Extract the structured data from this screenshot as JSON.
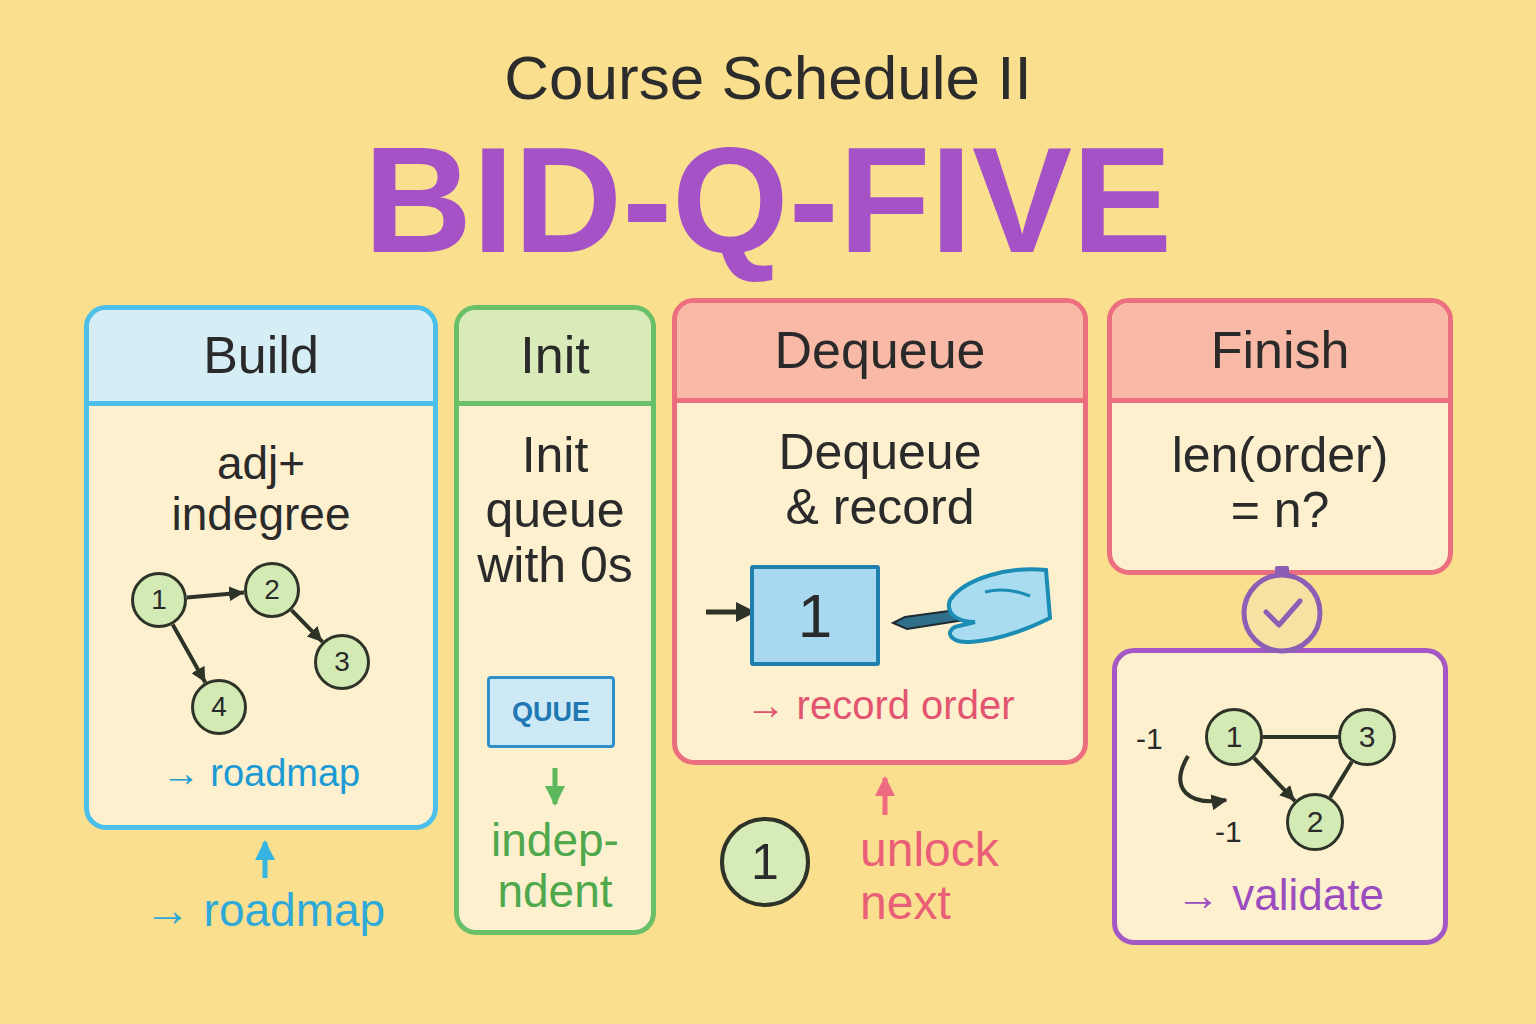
{
  "diagram": {
    "title": "Course Schedule II",
    "nodes": [
      {
        "text": [
          "Build",
          "adj+ indegree",
          "→ roadmap"
        ]
      },
      {
        "text": [
          "1"
        ],
        "in": 0
      },
      {
        "text": [
          "2"
        ],
        "in": 0
      },
      {
        "text": [
          "3"
        ],
        "in": 0
      },
      {
        "text": [
          "4"
        ],
        "in": 0
      },
      {
        "text": [
          "Init",
          "Init queue with 0s",
          "indep- ndent"
        ]
      },
      {
        "text": [
          "QUUE"
        ],
        "in": 5
      },
      {
        "text": [
          "Dequeue",
          "Dequeue & record",
          "→ record order"
        ]
      },
      {
        "text": [
          "1"
        ],
        "in": 7
      },
      {
        "text": [
          "1"
        ]
      },
      {
        "text": [
          "Finish",
          "len(order) = n?"
        ]
      },
      {
        "text": [
          "→ validate"
        ]
      },
      {
        "text": [
          "1"
        ],
        "in": 11
      },
      {
        "text": [
          "3"
        ],
        "in": 11
      },
      {
        "text": [
          "2"
        ],
        "in": 11
      }
    ],
    "edges": [
      {
        "from": 1,
        "to": 2,
        "arrow": "to"
      },
      {
        "from": 2,
        "to": 3,
        "arrow": "to"
      },
      {
        "from": 1,
        "to": 4,
        "arrow": "to"
      },
      {
        "from": 12,
        "to": 13,
        "arrow": "none"
      },
      {
        "from": 12,
        "to": 14,
        "arrow": "to"
      },
      {
        "from": 13,
        "to": 14,
        "arrow": "none"
      }
    ],
    "labels": [
      "BID-Q-FIVE",
      "→ roadmap",
      "unlock next",
      "-1",
      "-1"
    ]
  }
}
